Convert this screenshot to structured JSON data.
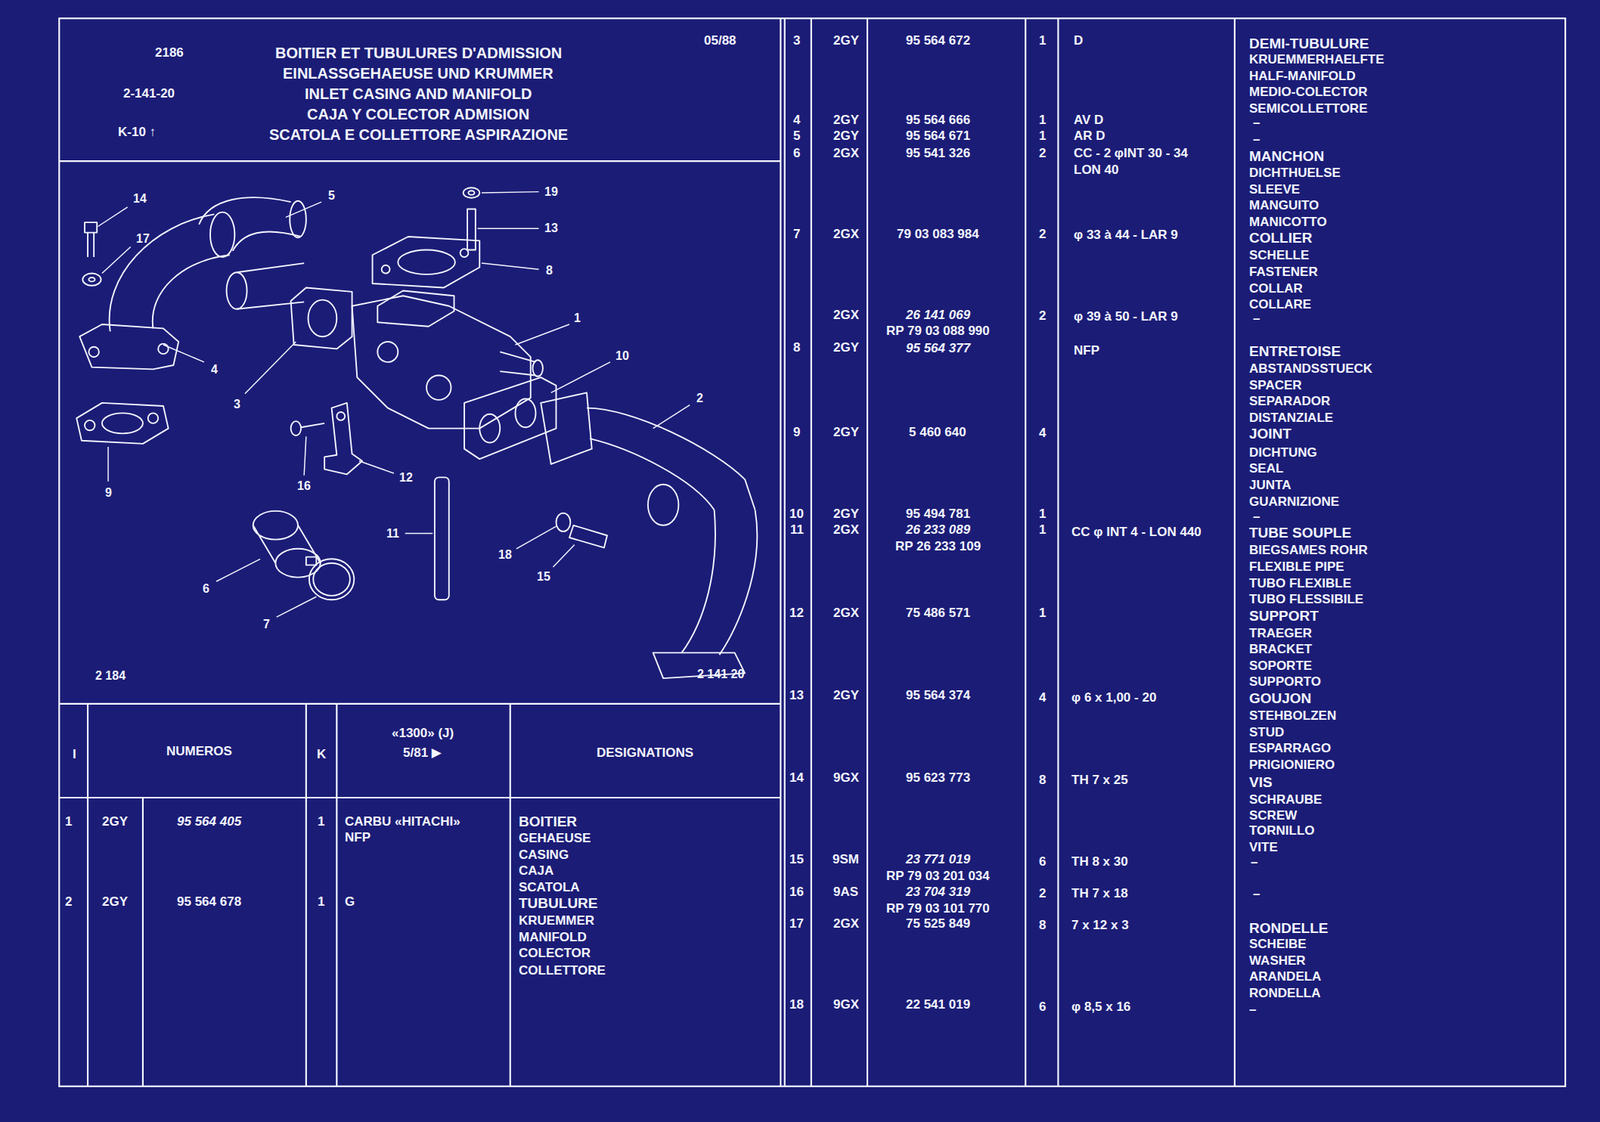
{
  "diagram": {
    "title": "BOITIER ET TUBULURES D'ADMISSION",
    "labels": [
      "2186",
      "2-141-20",
      "K-10 ↑",
      "EINLASSGEHAEUSE UND KRUMMER",
      "INLET CASING AND MANIFOLD",
      "CAJA Y COLECTOR ADMISION",
      "SCATOLA E COLLETTORE ASPIRAZIONE",
      "05/88",
      "14",
      "5",
      "19",
      "13",
      "8",
      "17",
      "1",
      "10",
      "4",
      "3",
      "2",
      "9",
      "16",
      "12",
      "11",
      "18",
      "15",
      "6",
      "7",
      "2 184",
      "2 141 20",
      "I",
      "NUMEROS",
      "K",
      "«1300» (J)",
      "5/81 ▶",
      "DESIGNATIONS",
      "1",
      "2GY",
      "95 564 405",
      "1",
      "CARBU «HITACHI»",
      "NFP",
      "BOITIER",
      "GEHAEUSE",
      "CASING",
      "CAJA",
      "SCATOLA",
      "2",
      "2GY",
      "95 564 678",
      "1",
      "G",
      "TUBULURE",
      "KRUEMMER",
      "MANIFOLD",
      "COLECTOR",
      "COLLETTORE",
      "3",
      "2GY",
      "95 564 672",
      "1",
      "D",
      "DEMI-TUBULURE",
      "KRUEMMERHAELFTE",
      "HALF-MANIFOLD",
      "MEDIO-COLECTOR",
      "SEMICOLLETTORE",
      "4",
      "2GY",
      "95 564 666",
      "1",
      "AV D",
      "–",
      "5",
      "2GY",
      "95 564 671",
      "1",
      "AR D",
      "–",
      "6",
      "2GX",
      "95 541 326",
      "2",
      "CC - 2 φINT 30 - 34",
      "LON 40",
      "MANCHON",
      "DICHTHUELSE",
      "SLEEVE",
      "MANGUITO",
      "MANICOTTO",
      "7",
      "2GX",
      "79 03 083 984",
      "2",
      "φ 33 à 44 - LAR 9",
      "COLLIER",
      "SCHELLE",
      "FASTENER",
      "COLLAR",
      "COLLARE",
      "2GX",
      "26 141 069",
      "RP 79 03 088 990",
      "2",
      "φ 39 à 50 - LAR 9",
      "–",
      "8",
      "2GY",
      "95 564 377",
      "NFP",
      "ENTRETOISE",
      "ABSTANDSSTUECK",
      "SPACER",
      "SEPARADOR",
      "DISTANZIALE",
      "9",
      "2GY",
      "5 460 640",
      "4",
      "JOINT",
      "DICHTUNG",
      "SEAL",
      "JUNTA",
      "GUARNIZIONE",
      "10",
      "2GY",
      "95 494 781",
      "1",
      "–",
      "11",
      "2GX",
      "26 233 089",
      "RP 26 233 109",
      "1",
      "CC φ INT 4 - LON 440",
      "TUBE SOUPLE",
      "BIEGSAMES ROHR",
      "FLEXIBLE PIPE",
      "TUBO FLEXIBLE",
      "TUBO FLESSIBILE",
      "12",
      "2GX",
      "75 486 571",
      "1",
      "SUPPORT",
      "TRAEGER",
      "BRACKET",
      "SOPORTE",
      "SUPPORTO",
      "13",
      "2GY",
      "95 564 374",
      "4",
      "φ 6 x 1,00 - 20",
      "GOUJON",
      "STEHBOLZEN",
      "STUD",
      "ESPARRAGO",
      "PRIGIONIERO",
      "14",
      "9GX",
      "95 623 773",
      "8",
      "TH 7 x 25",
      "VIS",
      "SCHRAUBE",
      "SCREW",
      "TORNILLO",
      "VITE",
      "–",
      "15",
      "9SM",
      "23 771 019",
      "RP 79 03 201 034",
      "6",
      "TH 8 x 30",
      "16",
      "9AS",
      "23 704 319",
      "RP 79 03 101 770",
      "2",
      "TH 7 x 18",
      "–",
      "17",
      "2GX",
      "75 525 849",
      "8",
      "7 x 12 x 3",
      "RONDELLE",
      "SCHEIBE",
      "WASHER",
      "ARANDELA",
      "RONDELLA",
      "–",
      "18",
      "9GX",
      "22 541 019",
      "6",
      "φ 8,5 x 16"
    ]
  }
}
